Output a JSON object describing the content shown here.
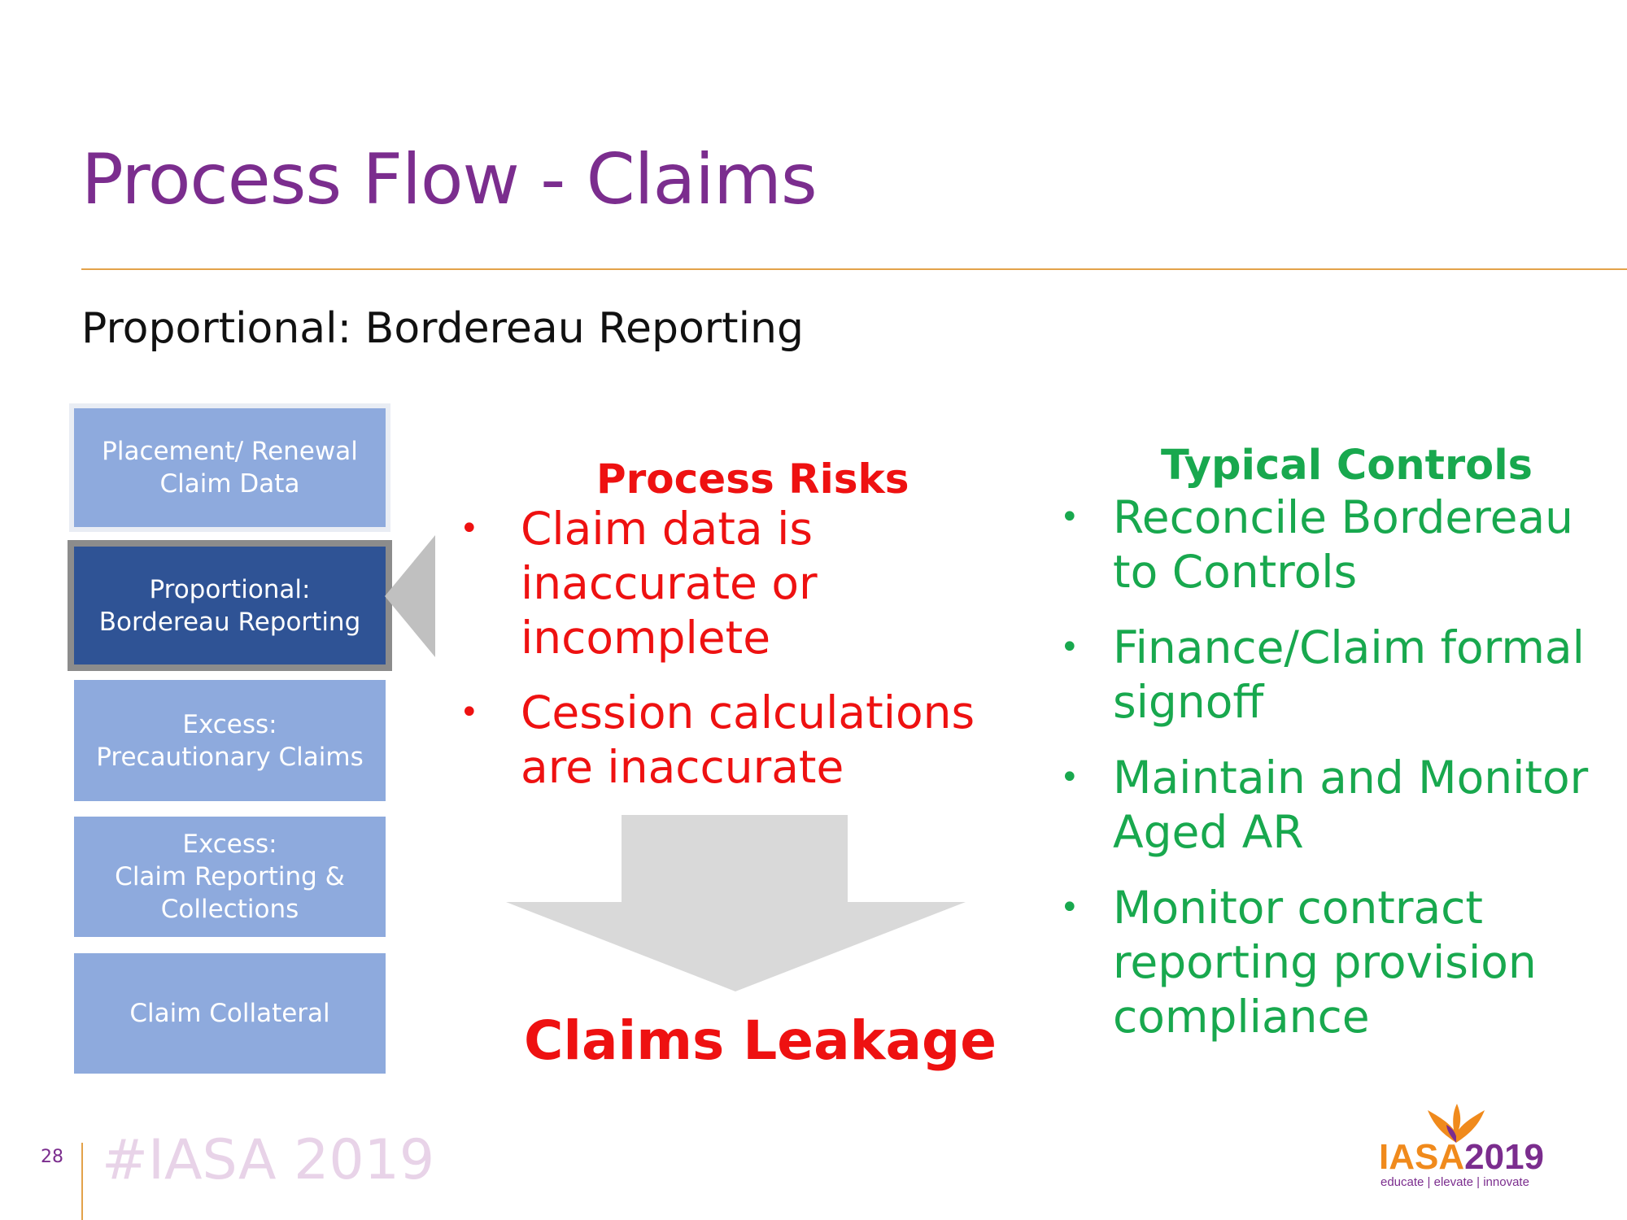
{
  "slide": {
    "title": "Process Flow - Claims",
    "subtitle": "Proportional: Bordereau Reporting",
    "page_number": "28",
    "hashtag": "#IASA 2019"
  },
  "steps": [
    {
      "label": "Placement/ Renewal\nClaim Data",
      "active": false
    },
    {
      "label": "Proportional:\nBordereau Reporting",
      "active": true
    },
    {
      "label": "Excess:\nPrecautionary Claims",
      "active": false
    },
    {
      "label": "Excess:\nClaim Reporting &\nCollections",
      "active": false
    },
    {
      "label": "Claim Collateral",
      "active": false
    }
  ],
  "risks": {
    "heading": "Process Risks",
    "items": [
      "Claim data is inaccurate or incomplete",
      "Cession calculations are inaccurate"
    ]
  },
  "controls": {
    "heading": "Typical Controls",
    "items": [
      "Reconcile Bordereau to Controls",
      "Finance/Claim formal signoff",
      "Maintain and Monitor Aged AR",
      "Monitor contract reporting provision compliance"
    ]
  },
  "outcome": "Claims Leakage",
  "logo": {
    "word": "IASA",
    "year": "2019",
    "tagline": "educate | elevate | innovate"
  },
  "colors": {
    "title": "#7b2d8e",
    "accent_rule": "#e3a24a",
    "step_light": "#8eaadd",
    "step_active": "#2f5395",
    "risk_red": "#ee1111",
    "control_green": "#18a84e"
  }
}
